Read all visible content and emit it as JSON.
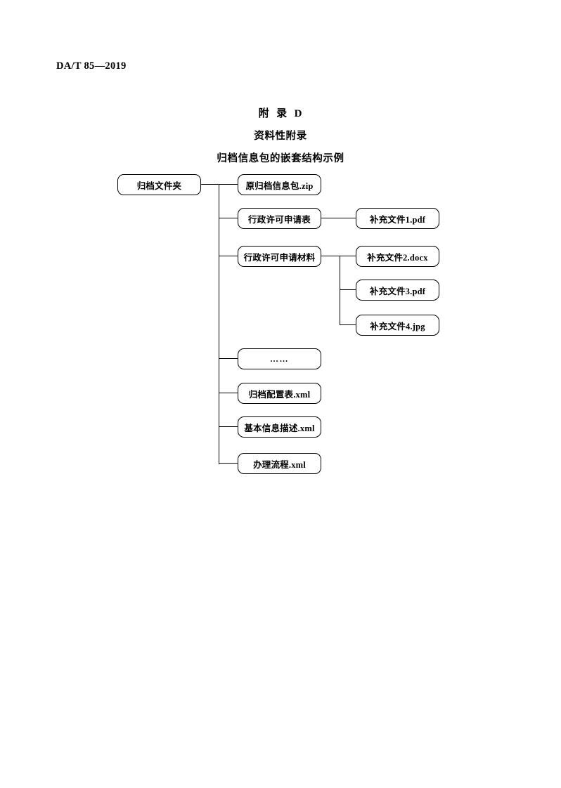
{
  "document": {
    "standard_header": "DA/T 85—2019"
  },
  "annex": {
    "label": "附  录  D",
    "type": "资料性附录",
    "caption": "归档信息包的嵌套结构示例"
  },
  "diagram": {
    "root": {
      "label": "归档文件夹"
    },
    "level1": [
      {
        "label": "原归档信息包.zip"
      },
      {
        "label": "行政许可申请表"
      },
      {
        "label": "行政许可申请材料"
      },
      {
        "label": "……"
      },
      {
        "label": "归档配置表.xml"
      },
      {
        "label": "基本信息描述.xml"
      },
      {
        "label": "办理流程.xml"
      }
    ],
    "level2": [
      {
        "label": "补充文件1.pdf"
      },
      {
        "label": "补充文件2.docx"
      },
      {
        "label": "补充文件3.pdf"
      },
      {
        "label": "补充文件4.jpg"
      }
    ]
  }
}
